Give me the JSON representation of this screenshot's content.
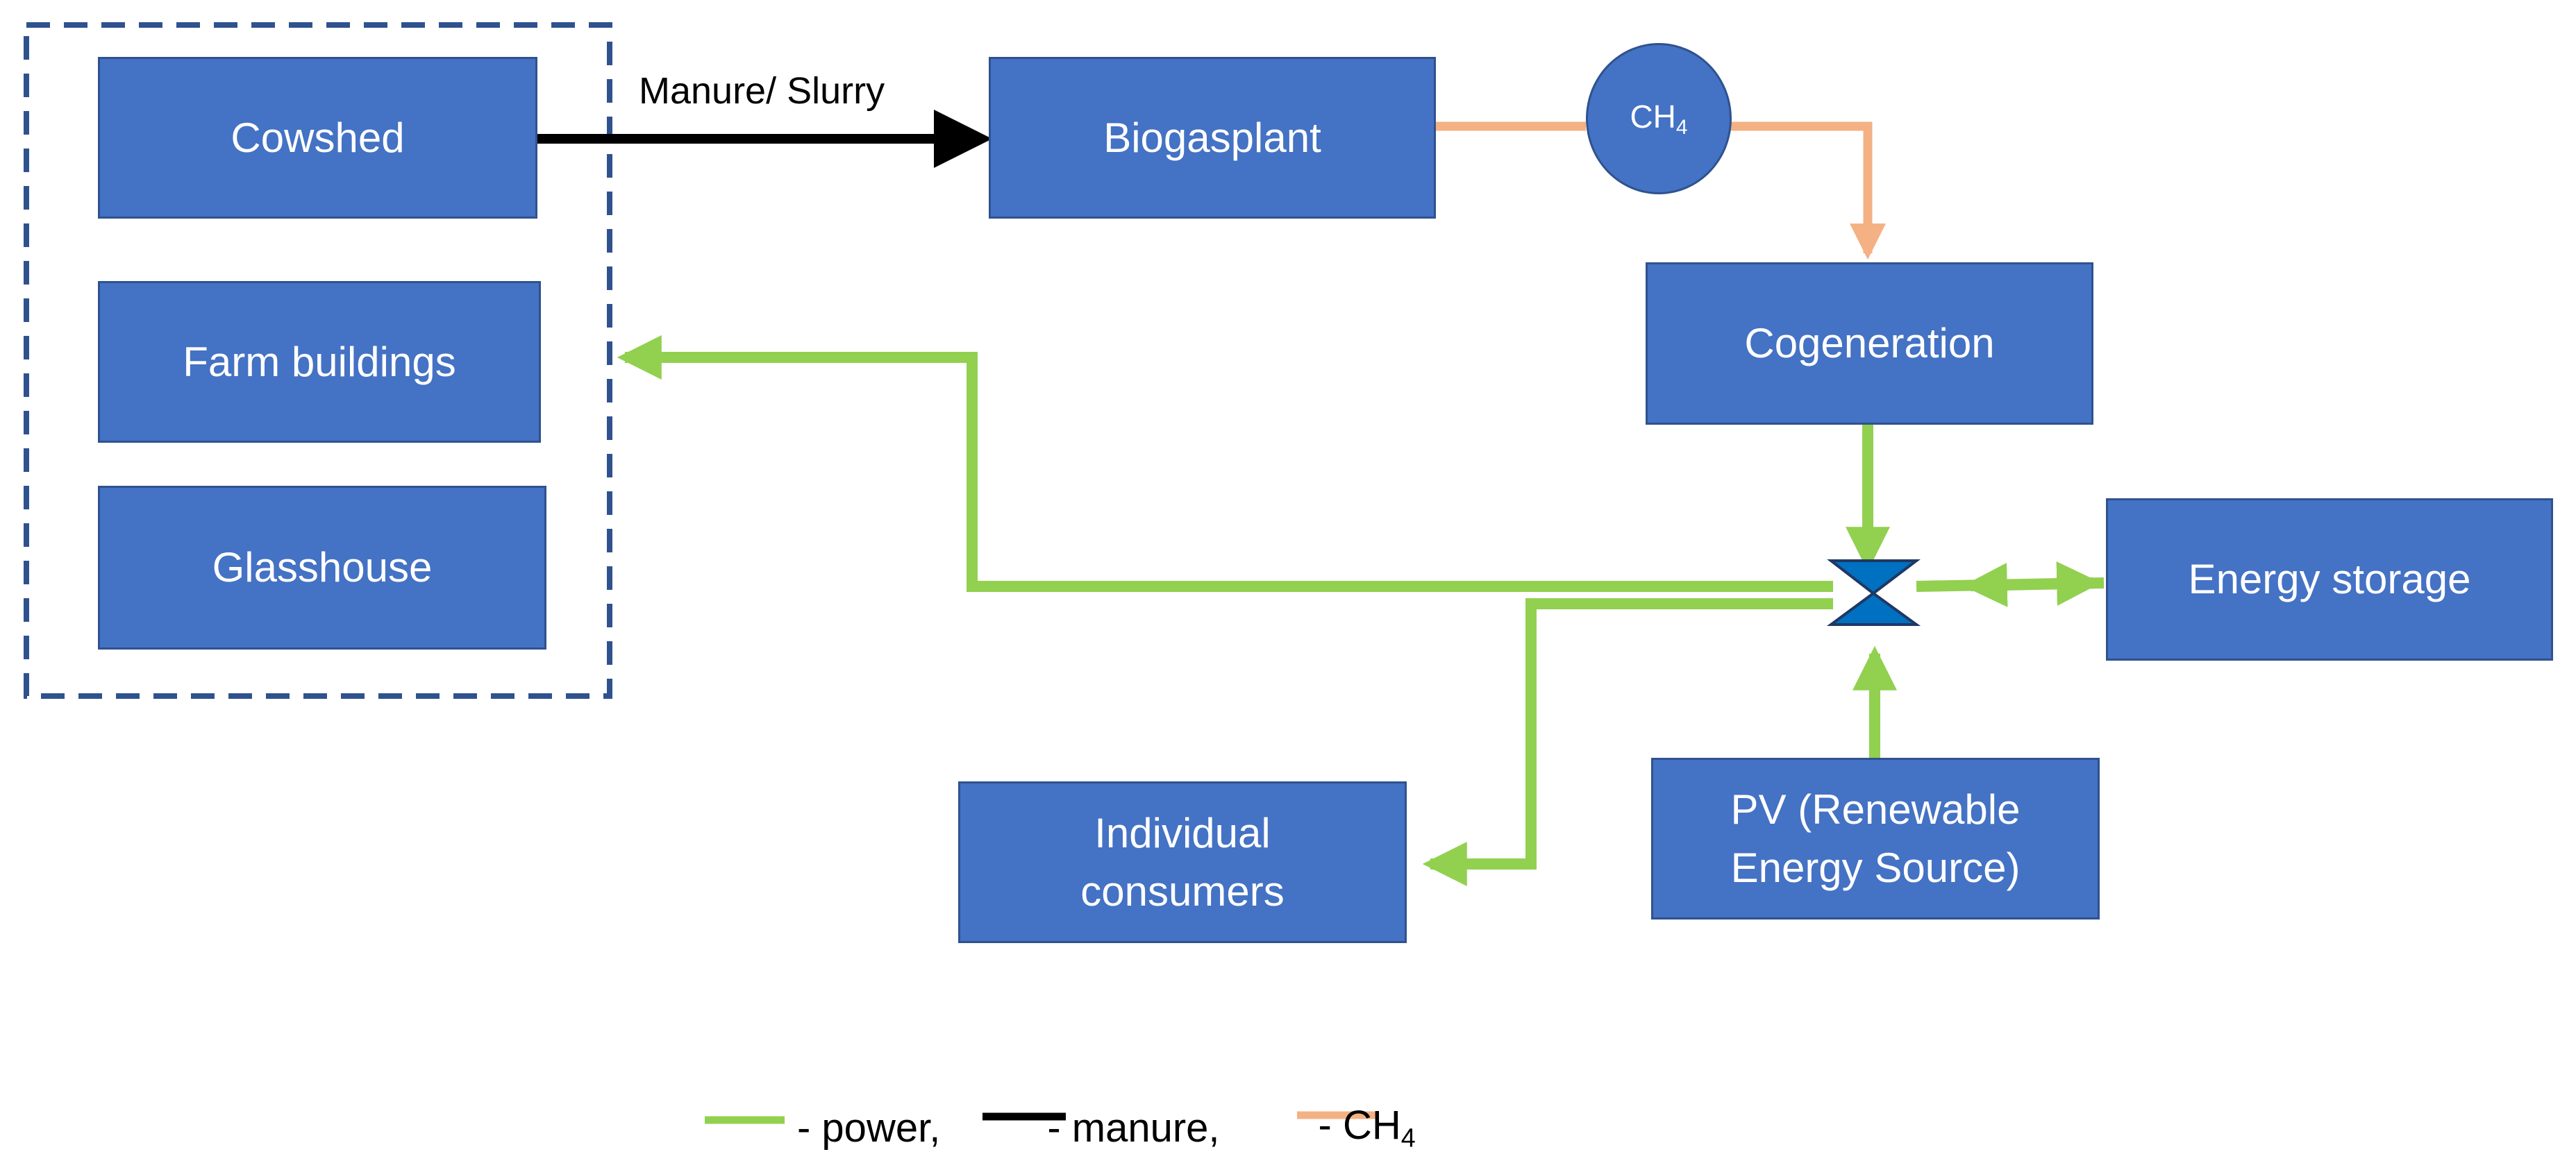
{
  "colors": {
    "box_fill": "#4472c4",
    "box_border": "#2f528f",
    "power": "#92d050",
    "manure": "#000000",
    "ch4": "#f4b183",
    "group_border": "#2f528f",
    "junction": "#0070c0"
  },
  "nodes": {
    "cowshed": "Cowshed",
    "farm_buildings": "Farm buildings",
    "glasshouse": "Glasshouse",
    "biogasplant": "Biogasplant",
    "cogeneration": "Cogeneration",
    "energy_storage": "Energy storage",
    "individual_consumers": [
      "Individual",
      "consumers"
    ],
    "pv": [
      "PV (Renewable",
      "Energy Source)"
    ],
    "ch4_node": {
      "base": "CH",
      "sub": "4"
    }
  },
  "edges": {
    "manure_label": "Manure/ Slurry"
  },
  "legend": {
    "power": "- power,",
    "manure": "- manure,",
    "ch4_prefix": "- CH",
    "ch4_sub": "4"
  }
}
